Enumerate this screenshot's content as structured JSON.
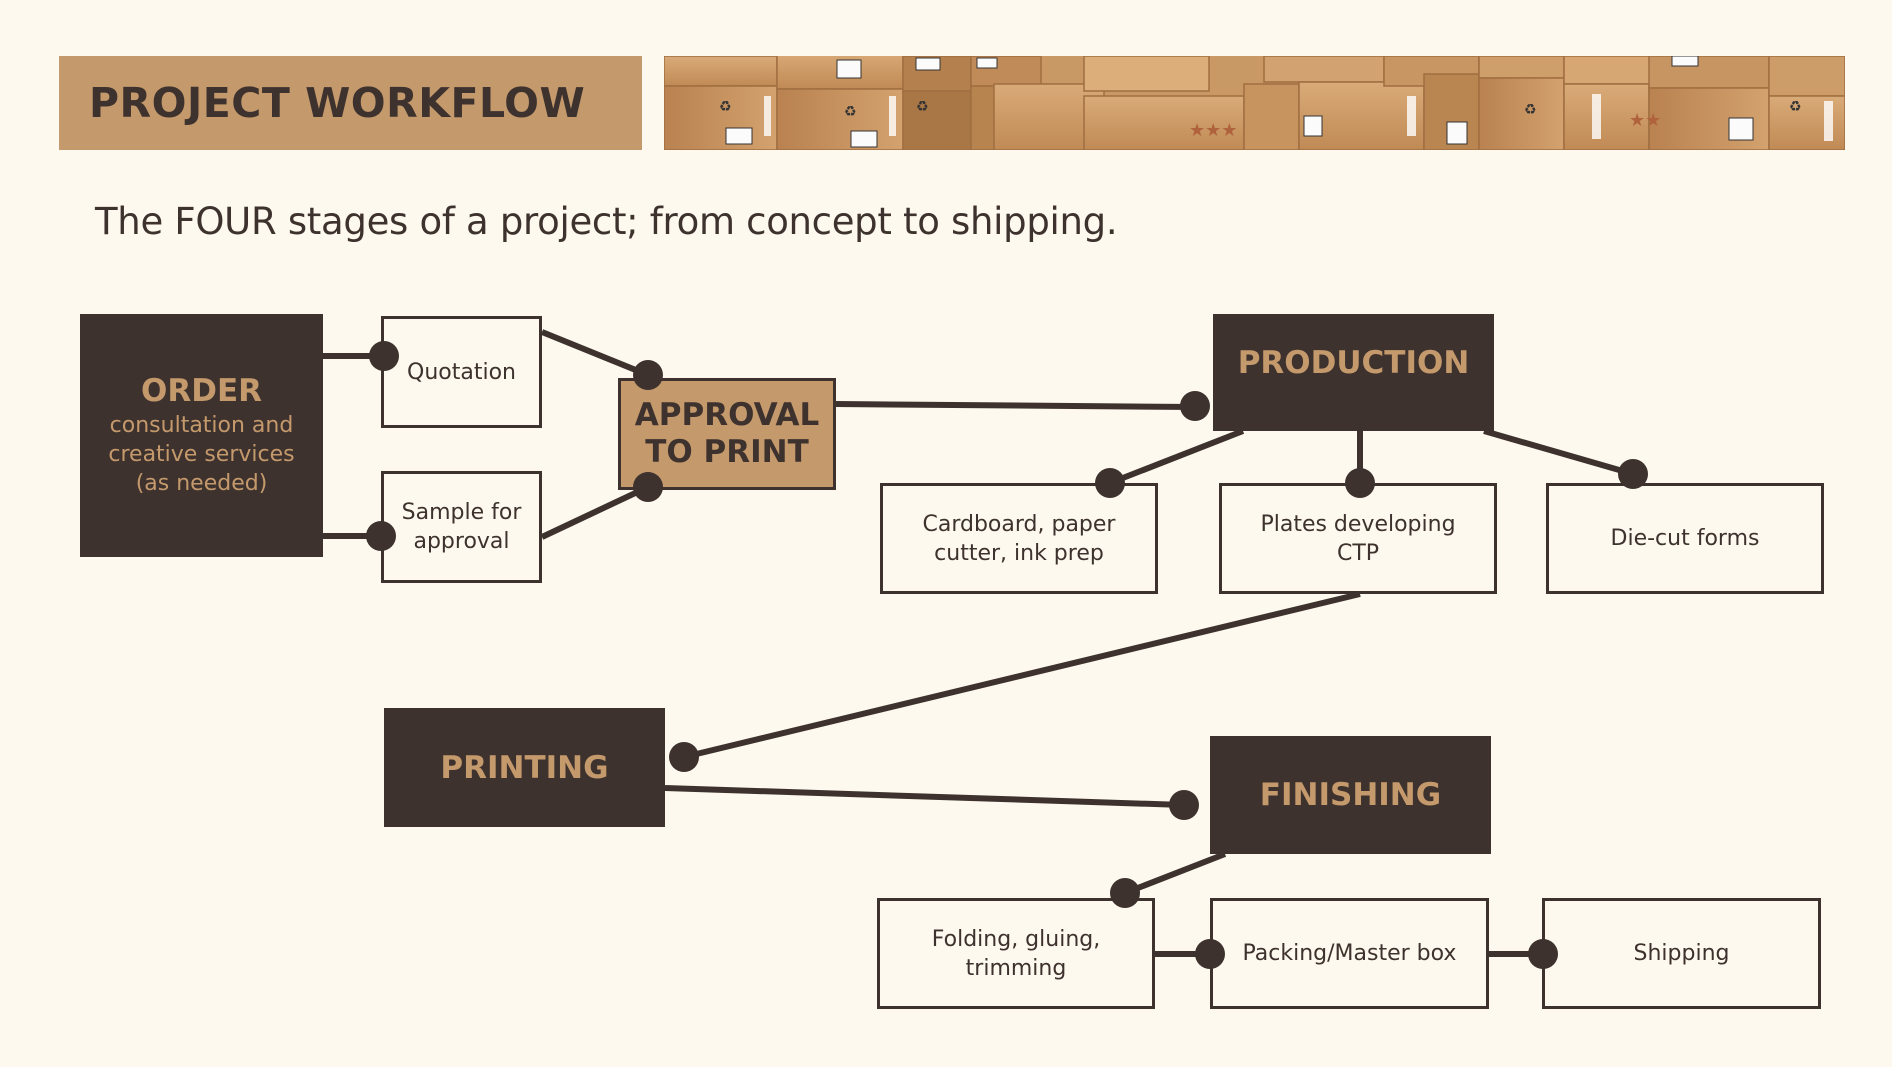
{
  "header": {
    "title": "PROJECT WORKFLOW",
    "banner_image": "cardboard-boxes-photo",
    "subtitle": "The FOUR stages of a project; from concept to shipping."
  },
  "colors": {
    "background": "#fdf9ee",
    "dark": "#3e322e",
    "accent": "#c4996c"
  },
  "stages": {
    "order": {
      "title": "ORDER",
      "lines": [
        "consultation and",
        "creative services",
        "(as needed)"
      ]
    },
    "approval": {
      "lines": [
        "APPROVAL",
        "TO PRINT"
      ]
    },
    "production": {
      "title": "PRODUCTION"
    },
    "printing": {
      "title": "PRINTING"
    },
    "finishing": {
      "title": "FINISHING"
    }
  },
  "steps": {
    "quotation": "Quotation",
    "sample": [
      "Sample for",
      "approval"
    ],
    "cardboard": [
      "Cardboard, paper",
      "cutter, ink prep"
    ],
    "plates": [
      "Plates developing",
      "CTP"
    ],
    "diecut": "Die-cut forms",
    "folding": [
      "Folding, gluing,",
      "trimming"
    ],
    "packing": "Packing/Master box",
    "shipping": "Shipping"
  },
  "connections": [
    {
      "from": "order",
      "to": "quotation"
    },
    {
      "from": "order",
      "to": "sample"
    },
    {
      "from": "quotation",
      "to": "approval"
    },
    {
      "from": "sample",
      "to": "approval"
    },
    {
      "from": "approval",
      "to": "production"
    },
    {
      "from": "production",
      "to": "cardboard"
    },
    {
      "from": "production",
      "to": "plates"
    },
    {
      "from": "production",
      "to": "diecut"
    },
    {
      "from": "plates",
      "to": "printing"
    },
    {
      "from": "printing",
      "to": "finishing"
    },
    {
      "from": "finishing",
      "to": "folding"
    },
    {
      "from": "folding",
      "to": "packing"
    },
    {
      "from": "packing",
      "to": "shipping"
    }
  ]
}
